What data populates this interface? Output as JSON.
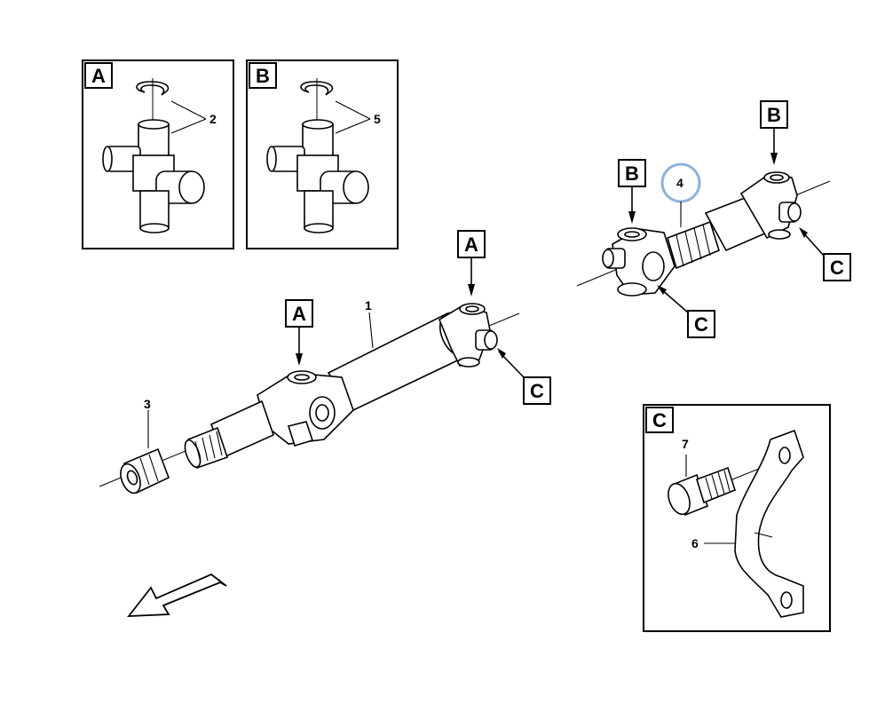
{
  "detail_panels": {
    "a": {
      "letter": "A",
      "part_number": "2"
    },
    "b": {
      "letter": "B",
      "part_number": "5"
    },
    "c": {
      "letter": "C",
      "part_number_bolt": "7",
      "part_number_strap": "6"
    }
  },
  "main_shaft": {
    "part_number_shaft": "1",
    "part_number_nut": "3",
    "callout_a_left": "A",
    "callout_a_right": "A",
    "callout_c": "C"
  },
  "intermediate_shaft": {
    "part_number": "4",
    "callout_b_left": "B",
    "callout_b_right": "B",
    "callout_c_bottom": "C",
    "callout_c_right": "C",
    "highlight_color": "#8fb3d9"
  },
  "icons": [
    "direction-arrow-icon",
    "universal-joint-icon",
    "snap-ring-icon",
    "strap-icon",
    "bolt-icon",
    "nut-icon"
  ]
}
